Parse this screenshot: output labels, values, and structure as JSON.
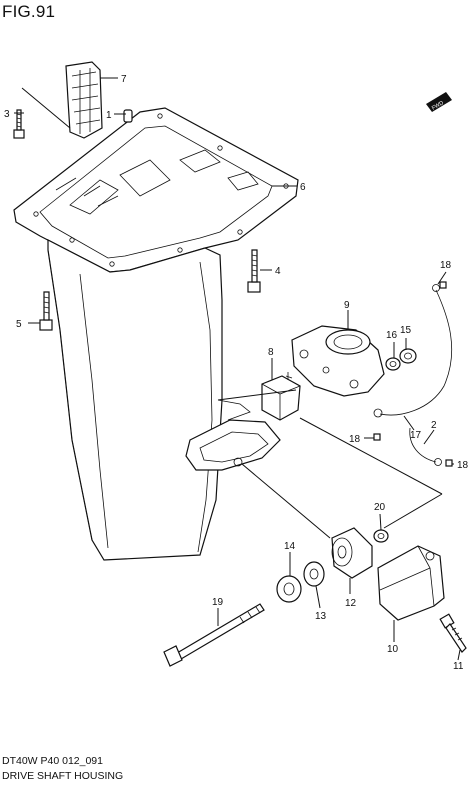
{
  "figure": {
    "title": "FIG.91",
    "drawing_code": "DT40W P40 012_091",
    "drawing_name": "DRIVE SHAFT HOUSING",
    "direction_badge": "FWD"
  },
  "callouts": [
    {
      "id": "c1",
      "text": "1"
    },
    {
      "id": "c2",
      "text": "2"
    },
    {
      "id": "c3",
      "text": "3"
    },
    {
      "id": "c4",
      "text": "4"
    },
    {
      "id": "c5",
      "text": "5"
    },
    {
      "id": "c6",
      "text": "6"
    },
    {
      "id": "c7",
      "text": "7"
    },
    {
      "id": "c8",
      "text": "8"
    },
    {
      "id": "c9",
      "text": "9"
    },
    {
      "id": "c10",
      "text": "10"
    },
    {
      "id": "c11",
      "text": "11"
    },
    {
      "id": "c12",
      "text": "12"
    },
    {
      "id": "c13",
      "text": "13"
    },
    {
      "id": "c14",
      "text": "14"
    },
    {
      "id": "c15",
      "text": "15"
    },
    {
      "id": "c16",
      "text": "16"
    },
    {
      "id": "c17",
      "text": "17"
    },
    {
      "id": "c18a",
      "text": "18"
    },
    {
      "id": "c18b",
      "text": "18"
    },
    {
      "id": "c18c",
      "text": "18"
    },
    {
      "id": "c19",
      "text": "19"
    },
    {
      "id": "c20",
      "text": "20"
    }
  ]
}
